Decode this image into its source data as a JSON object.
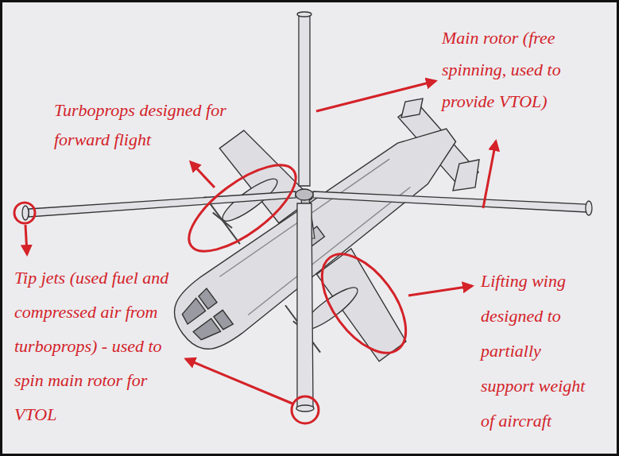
{
  "diagram": {
    "labels": [
      "Main rotor (free spinning, used to provide VTOL)",
      "Turboprops designed for forward flight",
      "Tip jets (used fuel and compressed air from turboprops) - used to spin main rotor for VTOL",
      "Lifting wing designed to partially support weight of aircraft"
    ]
  }
}
